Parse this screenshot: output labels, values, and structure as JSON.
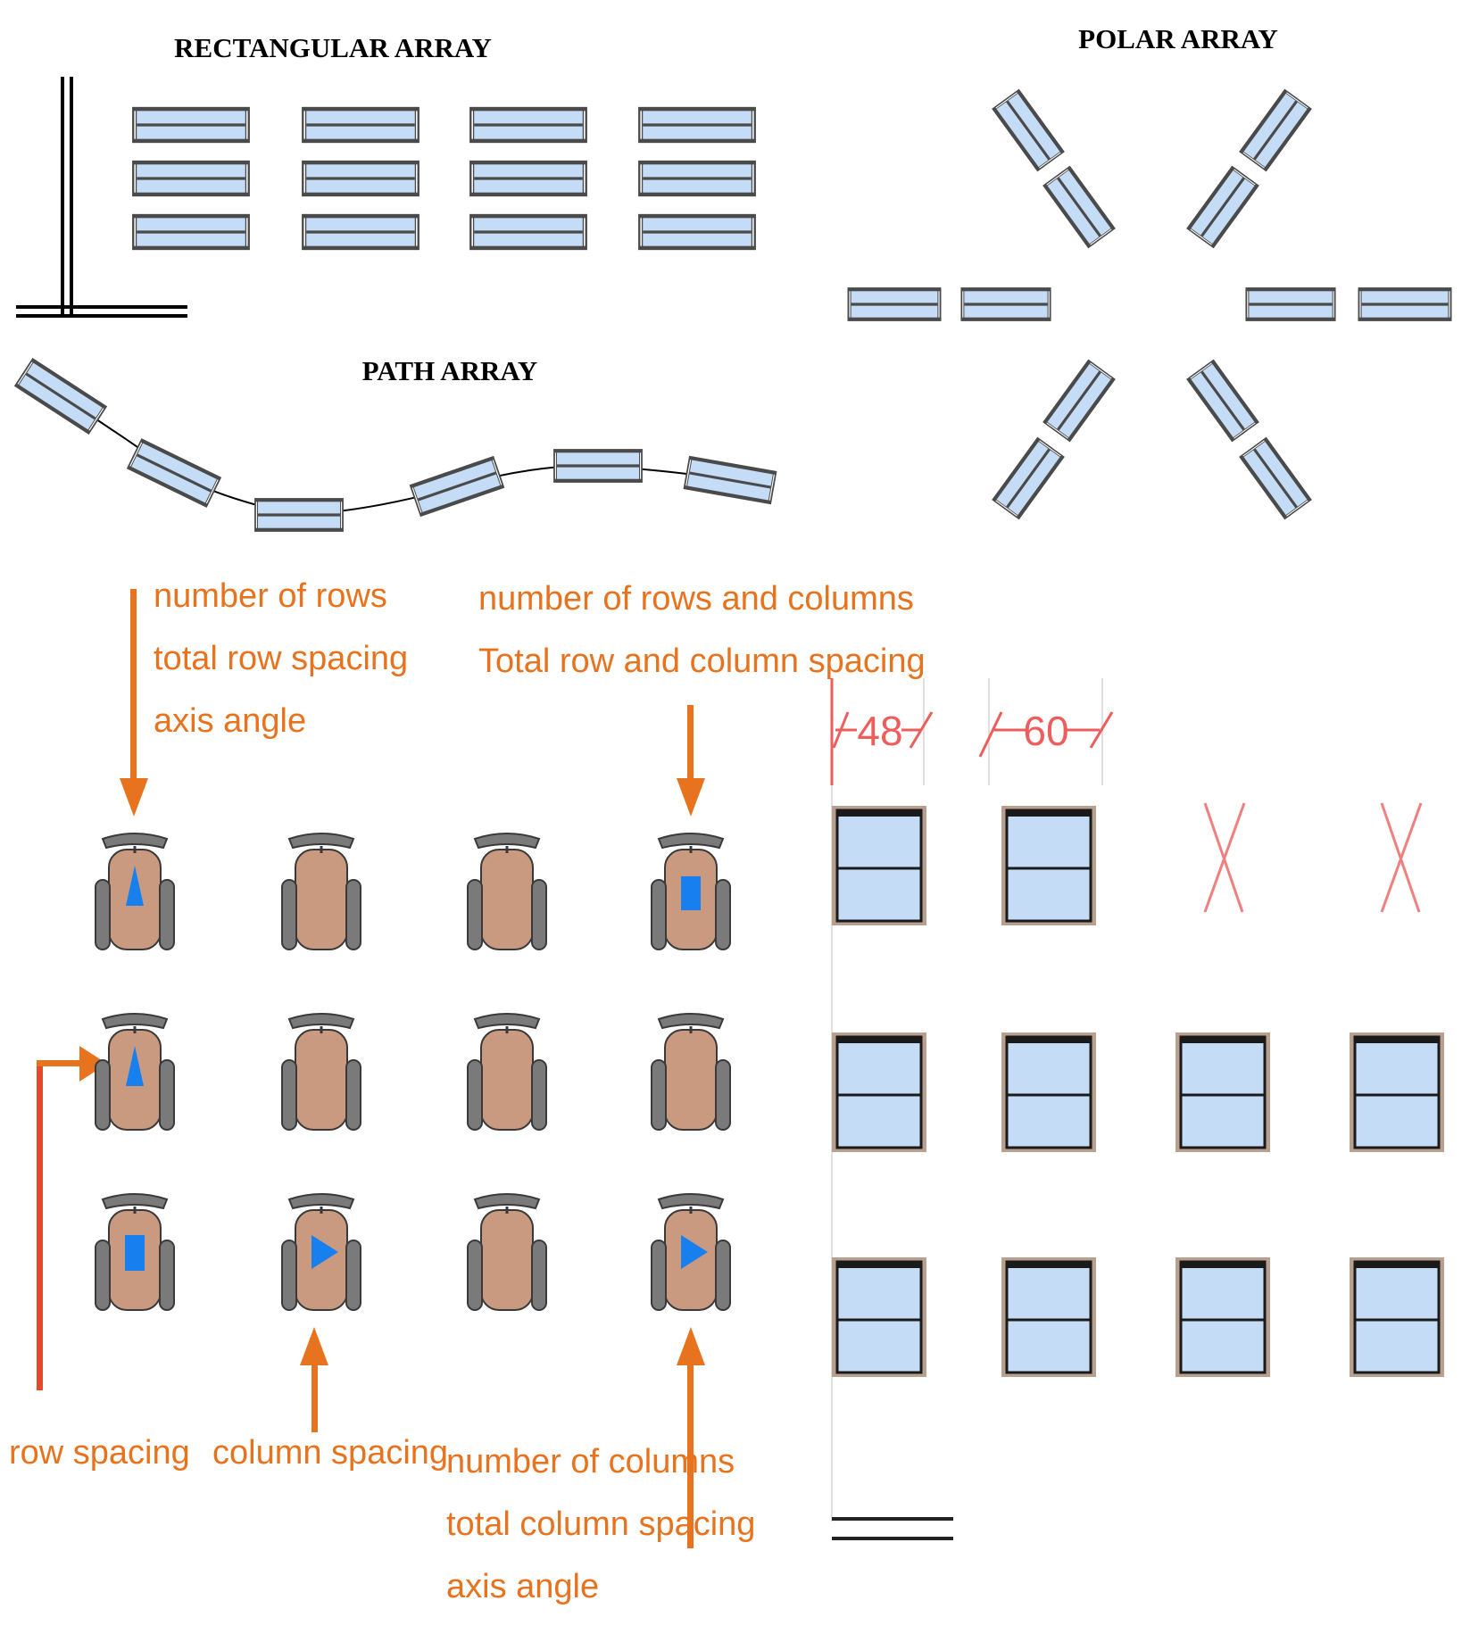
{
  "titles": {
    "rectangular": "RECTANGULAR ARRAY",
    "polar": "POLAR ARRAY",
    "path": "PATH ARRAY"
  },
  "annotations": {
    "top_left": [
      "number of rows",
      "total row spacing",
      "axis angle"
    ],
    "top_right": [
      "number of rows and columns",
      "Total row and column spacing"
    ],
    "row_spacing": "row spacing",
    "column_spacing": "column spacing",
    "bottom_right": [
      "number of columns",
      "total column spacing",
      "axis angle"
    ]
  },
  "dimensions": {
    "first": "48",
    "second": "60"
  },
  "colors": {
    "glass": "#c5dcf7",
    "frame": "#4a4a4a",
    "annotation": "#e8731f",
    "arrow_red": "#e34a2a",
    "dimension": "#ee5c5c",
    "chair_seat": "#c99a80",
    "chair_gray": "#7a7a7a",
    "marker": "#1780ee",
    "sash_wood": "#b89f8e"
  },
  "icons": {
    "window": "window-unit-icon",
    "chair": "office-chair-icon",
    "removed": "removed-item-x-icon"
  }
}
